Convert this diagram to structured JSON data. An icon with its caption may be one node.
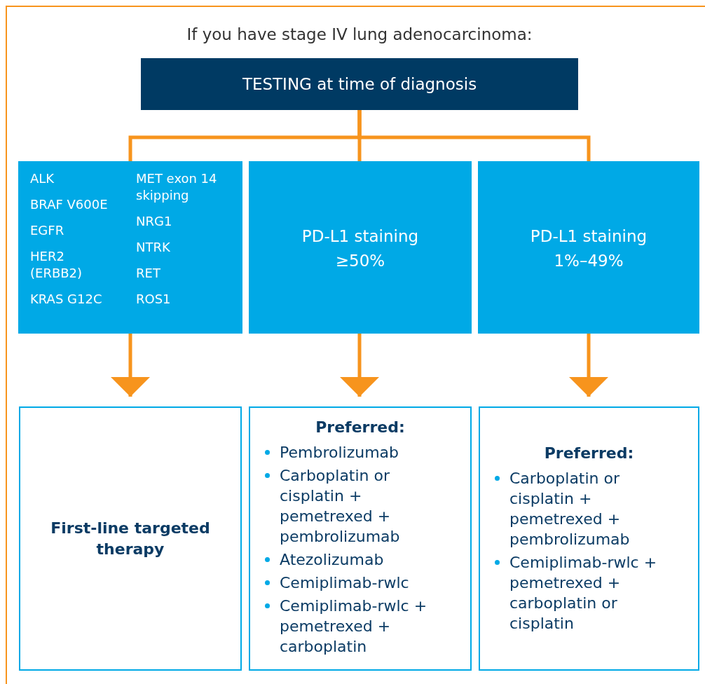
{
  "diagram": {
    "title": "If you have stage IV lung adenocarcinoma:",
    "nodes": [
      {
        "text": [
          "TESTING at time of diagnosis"
        ]
      },
      {
        "text": [
          "ALK",
          "BRAF V600E",
          "EGFR",
          "HER2 (ERBB2)",
          "KRAS G12C",
          "MET exon 14 skipping",
          "NRG1",
          "NTRK",
          "RET",
          "ROS1"
        ]
      },
      {
        "text": [
          "PD-L1 staining ≥50%"
        ]
      },
      {
        "text": [
          "PD-L1 staining 1%–49%"
        ]
      },
      {
        "text": [
          "First-line targeted therapy"
        ]
      },
      {
        "text": [
          "Preferred:",
          "Pembrolizumab",
          "Carboplatin or cisplatin + pemetrexed + pembrolizumab",
          "Atezolizumab",
          "Cemiplimab-rwlc",
          "Cemiplimab-rwlc + pemetrexed + carboplatin"
        ]
      },
      {
        "text": [
          "Preferred:",
          "Carboplatin or cisplatin + pemetrexed + pembrolizumab",
          "Cemiplimab-rwlc + pemetrexed + carboplatin or cisplatin"
        ]
      }
    ],
    "edges": [
      {
        "from": 0,
        "to": 1,
        "arrow": "none"
      },
      {
        "from": 0,
        "to": 2,
        "arrow": "none"
      },
      {
        "from": 0,
        "to": 3,
        "arrow": "none"
      },
      {
        "from": 1,
        "to": 4,
        "arrow": "to"
      },
      {
        "from": 2,
        "to": 5,
        "arrow": "to"
      },
      {
        "from": 3,
        "to": 6,
        "arrow": "to"
      }
    ]
  }
}
